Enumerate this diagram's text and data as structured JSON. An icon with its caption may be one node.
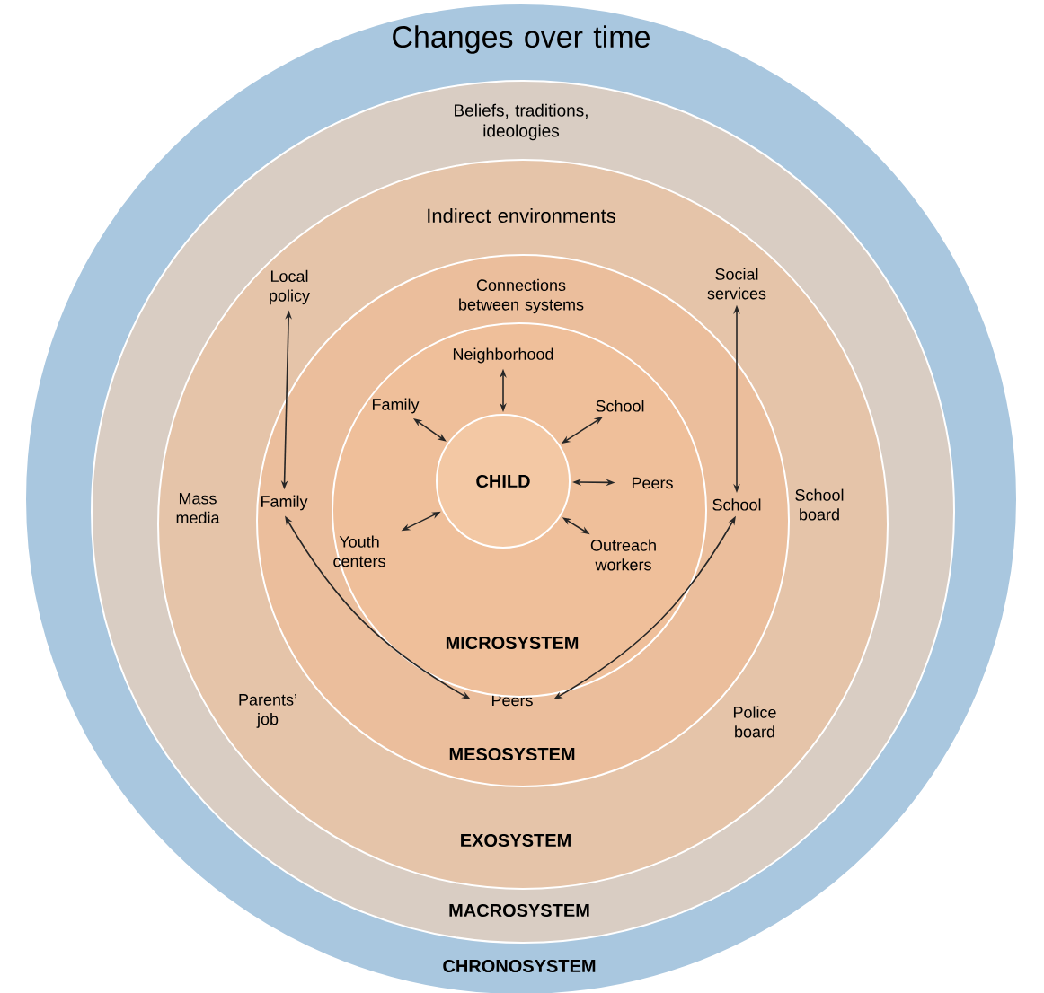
{
  "diagram": {
    "nodes": [
      {
        "text": [
          "Changes over time",
          "CHRONOSYSTEM"
        ]
      },
      {
        "text": [
          "Beliefs, traditions, ideologies",
          "MACROSYSTEM"
        ],
        "in": 0
      },
      {
        "text": [
          "Indirect environments",
          "EXOSYSTEM"
        ],
        "in": 1
      },
      {
        "text": [
          "Local policy"
        ],
        "in": 2
      },
      {
        "text": [
          "Social services"
        ],
        "in": 2
      },
      {
        "text": [
          "Mass media"
        ],
        "in": 2
      },
      {
        "text": [
          "School board"
        ],
        "in": 2
      },
      {
        "text": [
          "Parents’ job"
        ],
        "in": 2
      },
      {
        "text": [
          "Police board"
        ],
        "in": 2
      },
      {
        "text": [
          "Connections between systems",
          "MESOSYSTEM"
        ],
        "in": 2
      },
      {
        "text": [
          "Family"
        ],
        "in": 9
      },
      {
        "text": [
          "School"
        ],
        "in": 9
      },
      {
        "text": [
          "Peers"
        ],
        "in": 9
      },
      {
        "text": [
          "MICROSYSTEM"
        ],
        "in": 9
      },
      {
        "text": [
          "Neighborhood"
        ],
        "in": 13
      },
      {
        "text": [
          "Family"
        ],
        "in": 13
      },
      {
        "text": [
          "School"
        ],
        "in": 13
      },
      {
        "text": [
          "Youth centers"
        ],
        "in": 13
      },
      {
        "text": [
          "Peers"
        ],
        "in": 13
      },
      {
        "text": [
          "Outreach workers"
        ],
        "in": 13
      },
      {
        "text": [
          "CHILD"
        ],
        "in": 13
      }
    ],
    "edges": [
      {
        "from": 3,
        "to": 10,
        "arrow": "both"
      },
      {
        "from": 4,
        "to": 11,
        "arrow": "both"
      },
      {
        "from": 10,
        "to": 12,
        "arrow": "both"
      },
      {
        "from": 11,
        "to": 12,
        "arrow": "both"
      },
      {
        "from": 20,
        "to": 14,
        "arrow": "both"
      },
      {
        "from": 20,
        "to": 15,
        "arrow": "both"
      },
      {
        "from": 20,
        "to": 16,
        "arrow": "both"
      },
      {
        "from": 20,
        "to": 17,
        "arrow": "both"
      },
      {
        "from": 20,
        "to": 18,
        "arrow": "both"
      },
      {
        "from": 20,
        "to": 19,
        "arrow": "both"
      }
    ]
  }
}
